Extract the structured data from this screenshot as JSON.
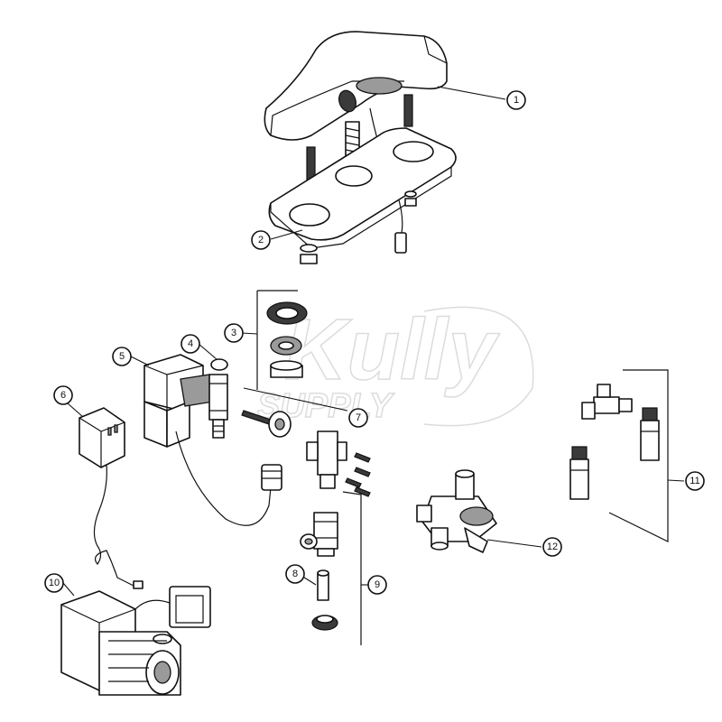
{
  "watermark": {
    "line1": "Kully",
    "line2": "SUPPLY"
  },
  "callouts": [
    "1",
    "2",
    "3",
    "4",
    "5",
    "6",
    "7",
    "8",
    "9",
    "10",
    "11",
    "12"
  ],
  "colors": {
    "line": "#111111",
    "shade": "#9a9a9a",
    "dark": "#3a3a3a",
    "watermark": "#dcdcdc"
  }
}
